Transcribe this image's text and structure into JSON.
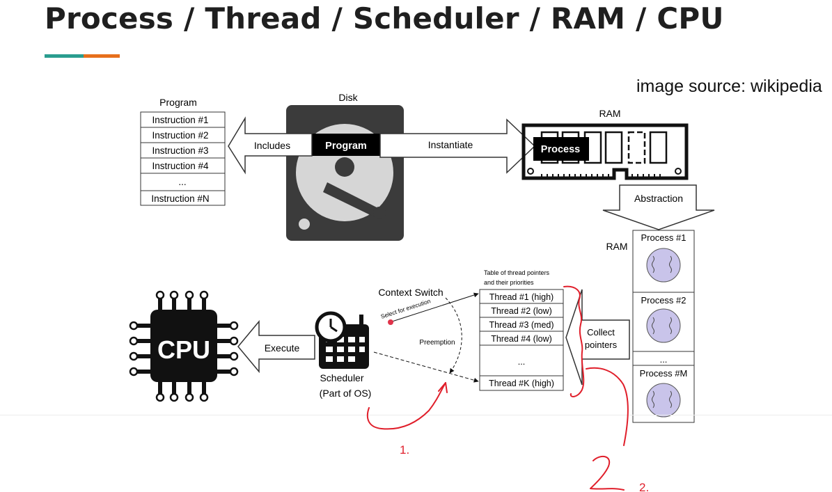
{
  "slide": {
    "title": "Process / Thread / Scheduler / RAM / CPU",
    "source": "image source: wikipedia",
    "accent_colors": [
      "#2a9d8f",
      "#e76f1c"
    ]
  },
  "diagram": {
    "program_table": {
      "title": "Program",
      "rows": [
        "Instruction #1",
        "Instruction #2",
        "Instruction #3",
        "Instruction #4",
        "...",
        "Instruction #N"
      ]
    },
    "disk": {
      "title": "Disk",
      "label": "Program"
    },
    "arrow_includes": "Includes",
    "arrow_instantiate": "Instantiate",
    "ram_stick": {
      "title": "RAM",
      "label": "Process"
    },
    "arrow_abstraction": "Abstraction",
    "ram_column": {
      "title": "RAM",
      "processes": [
        "Process #1",
        "Process #2",
        "...",
        "Process #M"
      ]
    },
    "thread_table": {
      "caption_line1": "Table of thread pointers",
      "caption_line2": "and their priorities",
      "rows": [
        "Thread #1 (high)",
        "Thread #2 (low)",
        "Thread #3 (med)",
        "Thread #4 (low)",
        "...",
        "Thread #K (high)"
      ]
    },
    "arrow_collect_line1": "Collect",
    "arrow_collect_line2": "pointers",
    "context_switch": "Context Switch",
    "select_for_execution": "Select for execution",
    "preemption": "Preemption",
    "scheduler_line1": "Scheduler",
    "scheduler_line2": "(Part of OS)",
    "arrow_execute": "Execute",
    "cpu_label": "CPU"
  },
  "annotations": {
    "mark_1": "1.",
    "mark_2": "2."
  }
}
